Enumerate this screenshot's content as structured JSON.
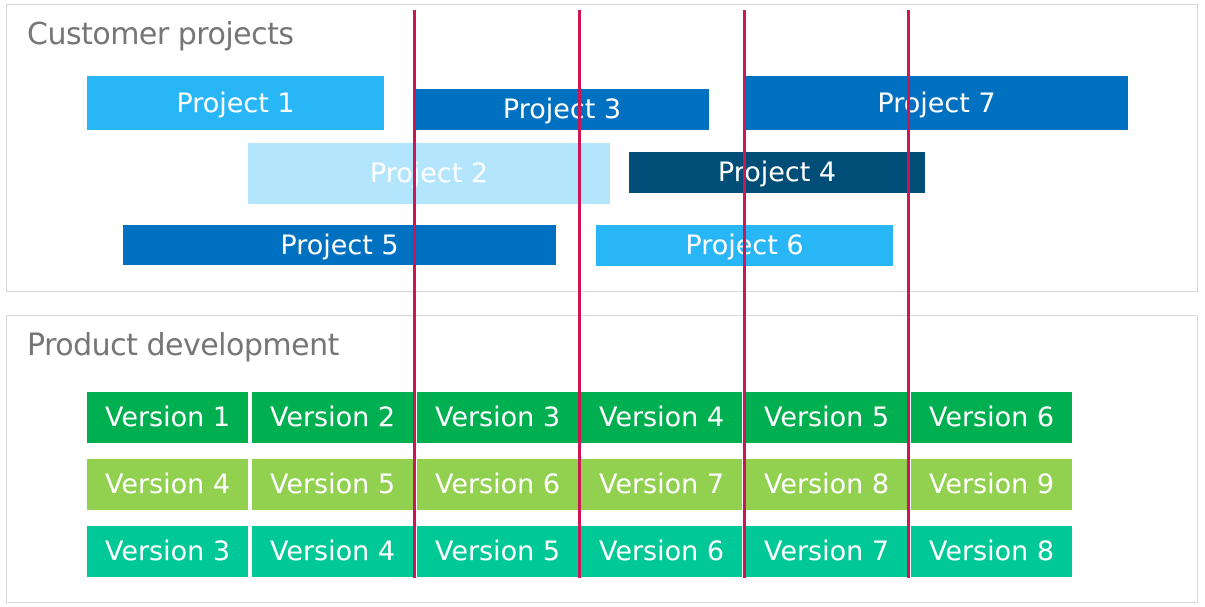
{
  "colors": {
    "light_blue": "#29b6f6",
    "pale_blue": "#b3e5fc",
    "mid_blue": "#0070c0",
    "dark_blue": "#004e78",
    "green_dark": "#00b050",
    "green_light": "#92d050",
    "green_teal": "#00c896",
    "marker_line": "#cc1655"
  },
  "customer_projects": {
    "title": "Customer projects",
    "projects": [
      {
        "label": "Project 1"
      },
      {
        "label": "Project 3"
      },
      {
        "label": "Project 7"
      },
      {
        "label": "Project 2"
      },
      {
        "label": "Project 4"
      },
      {
        "label": "Project 5"
      },
      {
        "label": "Project 6"
      }
    ]
  },
  "product_development": {
    "title": "Product development",
    "rows": [
      [
        "Version 1",
        "Version 2",
        "Version 3",
        "Version 4",
        "Version 5",
        "Version 6"
      ],
      [
        "Version 4",
        "Version 5",
        "Version 6",
        "Version 7",
        "Version 8",
        "Version 9"
      ],
      [
        "Version 3",
        "Version 4",
        "Version 5",
        "Version 6",
        "Version 7",
        "Version 8"
      ]
    ]
  }
}
